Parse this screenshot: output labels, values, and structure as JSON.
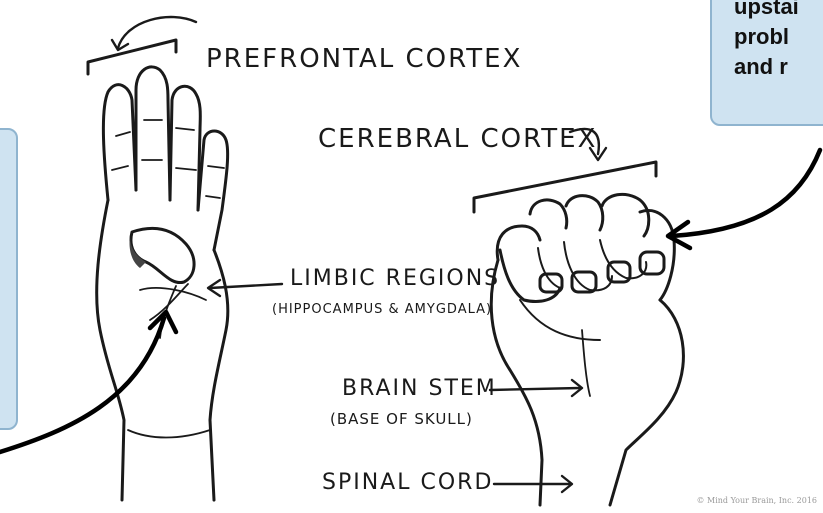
{
  "labels": {
    "prefrontal": "PREFRONTAL CORTEX",
    "cerebral": "CEREBRAL CORTEX",
    "limbic": "LIMBIC REGIONS",
    "limbic_sub": "(HIPPOCAMPUS & AMYGDALA)",
    "brainstem": "BRAIN STEM",
    "brainstem_sub": "(BASE OF SKULL)",
    "spinal": "SPINAL CORD"
  },
  "callout_right": {
    "lines": [
      "upstai",
      "probl",
      "and r"
    ]
  },
  "copyright": "© Mind Your Brain, Inc. 2016",
  "colors": {
    "callout_fill": "#cfe3f1",
    "callout_border": "#8fb4cf",
    "ink": "#1a1a1a"
  }
}
